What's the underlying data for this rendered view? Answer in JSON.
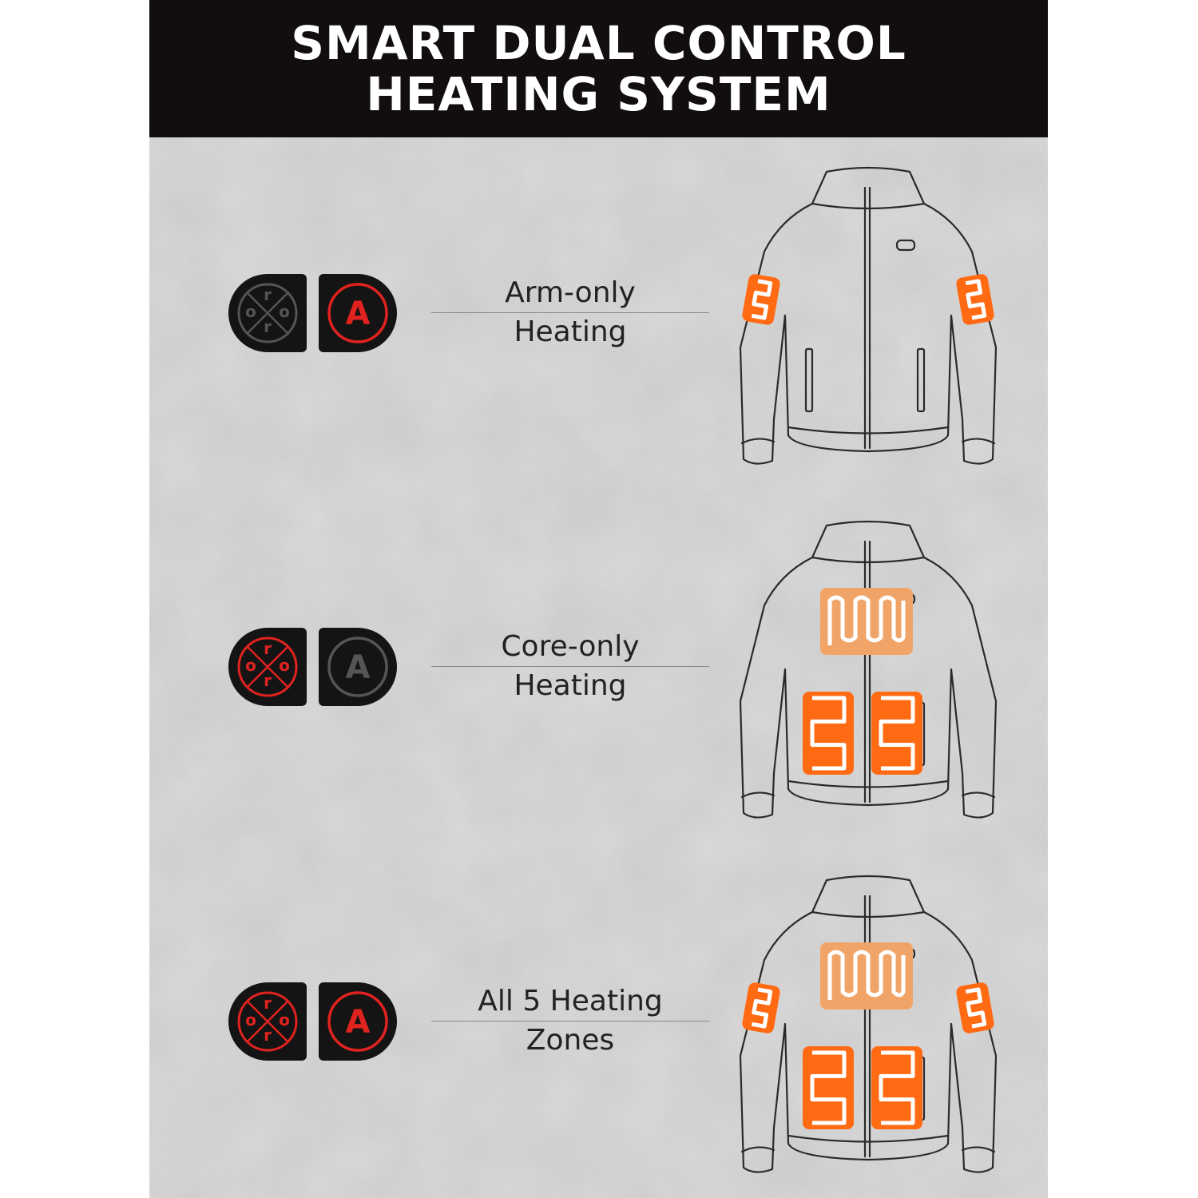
{
  "banner": {
    "title_line1": "SMART DUAL CONTROL",
    "title_line2": "HEATING SYSTEM"
  },
  "colors": {
    "banner_bg": "#120e0d",
    "title_text": "#ffffff",
    "card_bg": "#dcdcdc",
    "button_bg": "#141414",
    "active_red": "#e0231f",
    "inactive_gray": "#555555",
    "heater_orange": "#ff6a13",
    "heater_light_orange": "#f0a468"
  },
  "modes": [
    {
      "line1": "Arm-only",
      "line2": "Heating",
      "ring_button": {
        "icon": "ring-button-icon",
        "letter": "r",
        "letter2": "o",
        "active": false
      },
      "a_button": {
        "icon": "a-button-icon",
        "letter": "A",
        "active": true
      },
      "heated_zones": [
        "left-arm",
        "right-arm"
      ]
    },
    {
      "line1": "Core-only",
      "line2": "Heating",
      "ring_button": {
        "icon": "ring-button-icon",
        "letter": "r",
        "letter2": "o",
        "active": true
      },
      "a_button": {
        "icon": "a-button-icon",
        "letter": "A",
        "active": false
      },
      "heated_zones": [
        "back",
        "left-pocket",
        "right-pocket"
      ]
    },
    {
      "line1": "All 5 Heating",
      "line2": "Zones",
      "ring_button": {
        "icon": "ring-button-icon",
        "letter": "r",
        "letter2": "o",
        "active": true
      },
      "a_button": {
        "icon": "a-button-icon",
        "letter": "A",
        "active": true
      },
      "heated_zones": [
        "left-arm",
        "right-arm",
        "back",
        "left-pocket",
        "right-pocket"
      ]
    }
  ]
}
